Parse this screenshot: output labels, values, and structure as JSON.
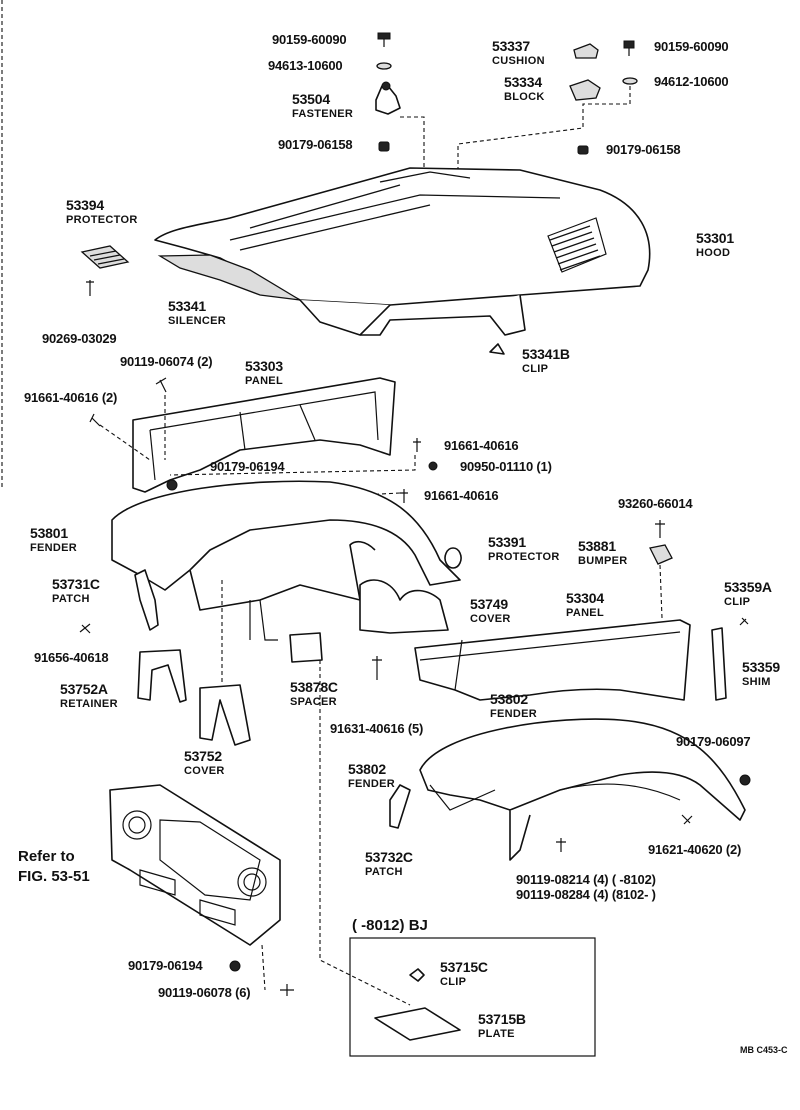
{
  "parts": {
    "p90159_60090_a": "90159-60090",
    "p94613_10600": "94613-10600",
    "p53504": "53504",
    "p53504_name": "FASTENER",
    "p90179_06158_a": "90179-06158",
    "p53337": "53337",
    "p53337_name": "CUSHION",
    "p90159_60090_b": "90159-60090",
    "p53334": "53334",
    "p53334_name": "BLOCK",
    "p94612_10600": "94612-10600",
    "p90179_06158_b": "90179-06158",
    "p53394": "53394",
    "p53394_name": "PROTECTOR",
    "p53301": "53301",
    "p53301_name": "HOOD",
    "p53341": "53341",
    "p53341_name": "SILENCER",
    "p90269_03029": "90269-03029",
    "p53341b": "53341B",
    "p53341b_name": "CLIP",
    "p90119_06074": "90119-06074 (2)",
    "p53303": "53303",
    "p53303_name": "PANEL",
    "p91661_40616_2": "91661-40616 (2)",
    "p91661_40616_a": "91661-40616",
    "p90179_06194_a": "90179-06194",
    "p90950_01110": "90950-01110 (1)",
    "p91661_40616_b": "91661-40616",
    "p93260_66014": "93260-66014",
    "p53801": "53801",
    "p53801_name": "FENDER",
    "p53391": "53391",
    "p53391_name": "PROTECTOR",
    "p53881": "53881",
    "p53881_name": "BUMPER",
    "p53731c": "53731C",
    "p53731c_name": "PATCH",
    "p53749": "53749",
    "p53749_name": "COVER",
    "p53304": "53304",
    "p53304_name": "PANEL",
    "p53359a": "53359A",
    "p53359a_name": "CLIP",
    "p91656_40618": "91656-40618",
    "p53752a": "53752A",
    "p53752a_name": "RETAINER",
    "p53878c": "53878C",
    "p53878c_name": "SPACER",
    "p53359": "53359",
    "p53359_name": "SHIM",
    "p91631_40616": "91631-40616 (5)",
    "p53752": "53752",
    "p53752_name": "COVER",
    "p53802_a": "53802",
    "p53802_a_name": "FENDER",
    "p90179_06097": "90179-06097",
    "p53802_b": "53802",
    "p53802_b_name": "FENDER",
    "p91621_40620": "91621-40620 (2)",
    "p53732c": "53732C",
    "p53732c_name": "PATCH",
    "p90119_08214": "90119-08214 (4) (      -8102)",
    "p90119_08284": "90119-08284 (4) (8102-         )",
    "p90179_06194_b": "90179-06194",
    "p90119_06078": "90119-06078 (6)",
    "p53715c": "53715C",
    "p53715c_name": "CLIP",
    "p53715b": "53715B",
    "p53715b_name": "PLATE"
  },
  "refer_line1": "Refer to",
  "refer_line2": "FIG. 53-51",
  "inset_title": "(      -8012) BJ",
  "footer_code": "MB  C453-C"
}
